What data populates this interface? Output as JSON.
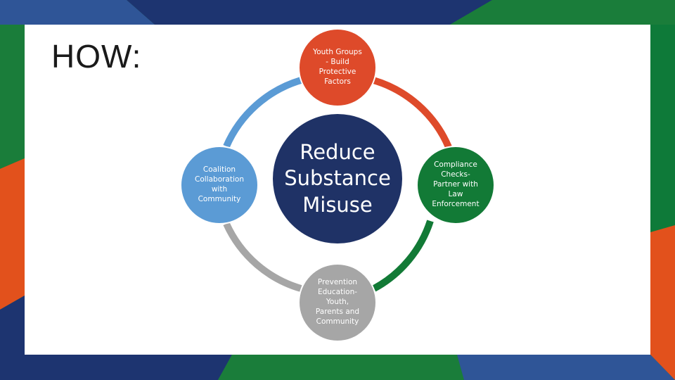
{
  "slide": {
    "title": "HOW:"
  },
  "diagram": {
    "center": {
      "lines": [
        "Reduce",
        "Substance",
        "Misuse"
      ],
      "color": "#1f3266"
    },
    "nodes": [
      {
        "id": "top",
        "lines": [
          "Youth Groups",
          "- Build",
          "Protective",
          "Factors"
        ],
        "color": "#de4a2a"
      },
      {
        "id": "right",
        "lines": [
          "Compliance",
          "Checks-",
          "Partner with",
          "Law",
          "Enforcement"
        ],
        "color": "#127a36"
      },
      {
        "id": "bottom",
        "lines": [
          "Prevention",
          "Education-",
          "Youth,",
          "Parents and",
          "Community"
        ],
        "color": "#a6a6a6"
      },
      {
        "id": "left",
        "lines": [
          "Coalition",
          "Collaboration",
          "with",
          "Community"
        ],
        "color": "#5b9bd5"
      }
    ]
  },
  "frame_colors": {
    "navy": "#1d3470",
    "green": "#1a7d3a",
    "orange": "#e2511c",
    "blue": "#2f5597",
    "teal_green": "#0e7a39"
  }
}
